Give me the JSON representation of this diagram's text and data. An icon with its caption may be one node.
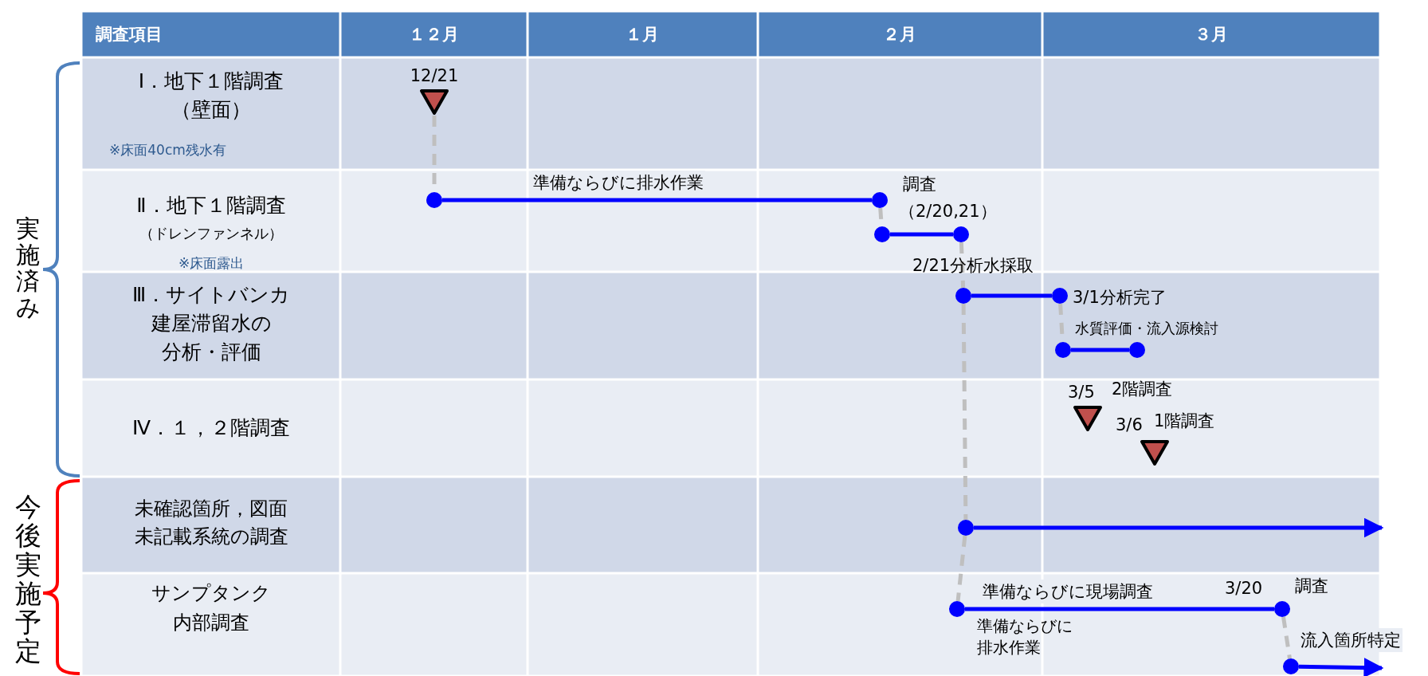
{
  "diagram": {
    "nodes": [
      {
        "text": [],
        "shape": "triangle",
        "beside": [
          "12/21"
        ]
      },
      {
        "text": [],
        "shape": "circle"
      },
      {
        "text": [],
        "shape": "circle"
      },
      {
        "text": [],
        "shape": "circle"
      },
      {
        "text": [],
        "shape": "circle"
      },
      {
        "text": [],
        "shape": "circle",
        "beside": [
          "2/21分析水採取"
        ]
      },
      {
        "text": [],
        "shape": "circle",
        "beside": [
          "3/1分析完了"
        ]
      },
      {
        "text": [],
        "shape": "circle"
      },
      {
        "text": [],
        "shape": "circle"
      },
      {
        "text": [],
        "shape": "triangle",
        "beside": [
          "3/5",
          "2階調査"
        ]
      },
      {
        "text": [],
        "shape": "triangle",
        "beside": [
          "3/6",
          "1階調査"
        ]
      },
      {
        "text": [],
        "shape": "circle"
      },
      {
        "text": [],
        "shape": "circle"
      },
      {
        "text": [],
        "shape": "circle",
        "beside": [
          "3/20",
          "調査"
        ]
      },
      {
        "text": [],
        "shape": "circle"
      }
    ],
    "edges": [
      {
        "from": 0,
        "to": 1,
        "arrow": "none",
        "style": "dashed",
        "color": "#bfbfbf"
      },
      {
        "from": 1,
        "to": 2,
        "arrow": "none",
        "label": "準備ならびに排水作業",
        "color": "#0000ff"
      },
      {
        "from": 2,
        "to": 3,
        "arrow": "none",
        "style": "dashed",
        "color": "#bfbfbf"
      },
      {
        "from": 3,
        "to": 4,
        "arrow": "none",
        "color": "#0000ff"
      },
      {
        "from": 4,
        "to": 5,
        "arrow": "none",
        "style": "dashed",
        "color": "#bfbfbf"
      },
      {
        "from": 5,
        "to": 6,
        "arrow": "none",
        "color": "#0000ff"
      },
      {
        "from": 6,
        "to": 7,
        "arrow": "none",
        "style": "dashed",
        "color": "#bfbfbf"
      },
      {
        "from": 7,
        "to": 8,
        "arrow": "none",
        "label": "水質評価・流入源検討",
        "color": "#0000ff"
      },
      {
        "from": 5,
        "to": 11,
        "arrow": "none",
        "style": "dashed",
        "color": "#bfbfbf"
      },
      {
        "from": 11,
        "to": null,
        "arrow": "to",
        "color": "#0000ff"
      },
      {
        "from": 11,
        "to": 12,
        "arrow": "none",
        "style": "dashed",
        "color": "#bfbfbf"
      },
      {
        "from": 12,
        "to": 13,
        "arrow": "none",
        "label": "準備ならびに現場調査",
        "color": "#0000ff"
      },
      {
        "from": 13,
        "to": 14,
        "arrow": "none",
        "style": "dashed",
        "color": "#bfbfbf"
      },
      {
        "from": 14,
        "to": null,
        "arrow": "to",
        "label": "流入箇所特定",
        "color": "#0000ff"
      }
    ],
    "labels": [
      "調査項目",
      "１２月",
      "１月",
      "２月",
      "３月",
      "Ⅰ．地下１階調査（壁面）",
      "※床面40cm残水有",
      "Ⅱ．地下１階調査",
      "（ドレンファンネル）",
      "※床面露出",
      "Ⅲ．サイトバンカ",
      "建屋滞留水の分析・評価",
      "Ⅳ．１，２階調査",
      "未確認箇所，図面未記載系統の調査",
      "サンプタンク内部調査",
      "実施済み",
      "今後実施予定",
      "調査",
      "（2/20,21）",
      "準備ならびに排水作業"
    ]
  }
}
